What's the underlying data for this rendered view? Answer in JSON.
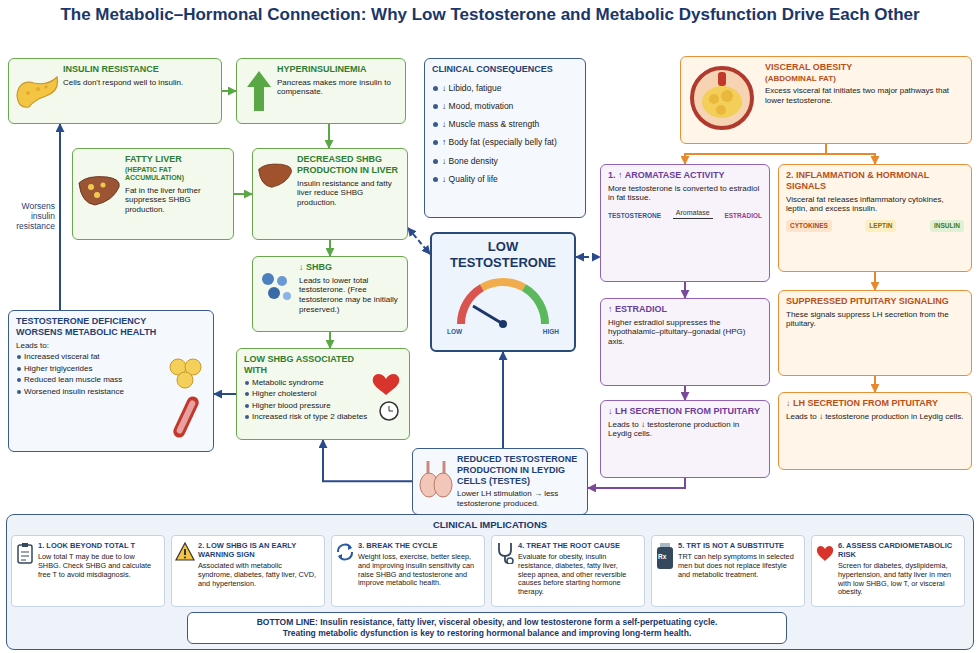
{
  "diagram": {
    "title": "The Metabolic–Hormonal Connection: Why Low Testosterone and Metabolic Dysfunction Drive Each Other",
    "nodes": [
      {
        "text": [
          "INSULIN RESISTANCE",
          "Cells don't respond well to insulin."
        ]
      },
      {
        "text": [
          "HYPERINSULINEMIA",
          "Pancreas makes more insulin to compensate."
        ]
      },
      {
        "text": [
          "CLINICAL CONSEQUENCES",
          "↓ Libido, fatigue",
          "↓ Mood, motivation",
          "↓ Muscle mass & strength",
          "↑ Body fat (especially belly fat)",
          "↓ Bone density",
          "↓ Quality of life"
        ]
      },
      {
        "text": [
          "VISCERAL OBESITY",
          "(ABDOMINAL FAT)",
          "Excess visceral fat initiates two major pathways that lower testosterone."
        ]
      },
      {
        "text": [
          "FATTY LIVER",
          "(HEPATIC FAT ACCUMULATION)",
          "Fat in the liver further suppresses SHBG production."
        ]
      },
      {
        "text": [
          "DECREASED SHBG PRODUCTION IN LIVER",
          "Insulin resistance and fatty liver reduce SHBG production."
        ]
      },
      {
        "text": [
          "1. ↑ AROMATASE ACTIVITY",
          "More testosterone is converted to estradiol in fat tissue.",
          "TESTOSTERONE",
          "Aromatase",
          "ESTRADIOL"
        ]
      },
      {
        "text": [
          "2. INFLAMMATION & HORMONAL SIGNALS",
          "Visceral fat releases inflammatory cytokines, leptin, and excess insulin.",
          "CYTOKINES",
          "LEPTIN",
          "INSULIN"
        ]
      },
      {
        "text": [
          "↓ SHBG",
          "Leads to lower total testosterone. (Free testosterone may be initially preserved.)"
        ]
      },
      {
        "text": [
          "LOW TESTOSTERONE",
          "LOW",
          "HIGH"
        ]
      },
      {
        "text": [
          "TESTOSTERONE DEFICIENCY WORSENS METABOLIC HEALTH",
          "Leads to:",
          "Increased visceral fat",
          "Higher triglycerides",
          "Reduced lean muscle mass",
          "Worsened insulin resistance"
        ]
      },
      {
        "text": [
          "↑ ESTRADIOL",
          "Higher estradiol suppresses the hypothalamic–pituitary–gonadal (HPG) axis."
        ]
      },
      {
        "text": [
          "SUPPRESSED PITUITARY SIGNALING",
          "These signals suppress LH secretion from the pituitary."
        ]
      },
      {
        "text": [
          "LOW SHBG ASSOCIATED WITH",
          "Metabolic syndrome",
          "Higher cholesterol",
          "Higher blood pressure",
          "Increased risk of type 2 diabetes"
        ]
      },
      {
        "text": [
          "↓ LH SECRETION FROM PITUITARY",
          "Leads to ↓ testosterone production in Leydig cells."
        ]
      },
      {
        "text": [
          "↓ LH SECRETION FROM PITUITARY",
          "Leads to ↓ testosterone production in Leydig cells."
        ]
      },
      {
        "text": [
          "REDUCED TESTOSTERONE PRODUCTION IN LEYDIG CELLS (TESTES)",
          "Lower LH stimulation → less testosterone produced."
        ]
      },
      {
        "text": [
          "CLINICAL IMPLICATIONS"
        ]
      },
      {
        "text": [
          "1. LOOK BEYOND TOTAL T",
          "Low total T may be due to low SHBG. Check SHBG and calculate free T to avoid misdiagnosis."
        ],
        "in": 17
      },
      {
        "text": [
          "2. LOW SHBG IS AN EARLY WARNING SIGN",
          "Associated with metabolic syndrome, diabetes, fatty liver, CVD, and hypertension."
        ],
        "in": 17
      },
      {
        "text": [
          "3. BREAK THE CYCLE",
          "Weight loss, exercise, better sleep, and improving insulin sensitivity can raise SHBG and testosterone and improve metabolic health."
        ],
        "in": 17
      },
      {
        "text": [
          "4. TREAT THE ROOT CAUSE",
          "Evaluate for obesity, insulin resistance, diabetes, fatty liver, sleep apnea, and other reversible causes before starting hormone therapy."
        ],
        "in": 17
      },
      {
        "text": [
          "5. TRT IS NOT A SUBSTITUTE",
          "TRT can help symptoms in selected men but does not replace lifestyle and metabolic treatment."
        ],
        "in": 17
      },
      {
        "text": [
          "6. ASSESS CARDIOMETABOLIC RISK",
          "Screen for diabetes, dyslipidemia, hypertension, and fatty liver in men with low SHBG, low T, or visceral obesity."
        ],
        "in": 17
      },
      {
        "text": [
          "BOTTOM LINE: Insulin resistance, fatty liver, visceral obesity, and low testosterone form a self-perpetuating cycle.",
          "Treating metabolic dysfunction is key to restoring hormonal balance and improving long-term health."
        ],
        "in": 17
      }
    ],
    "edges": [
      {
        "from": 0,
        "to": 1,
        "arrow": "to"
      },
      {
        "from": 1,
        "to": 5,
        "arrow": "to"
      },
      {
        "from": 4,
        "to": 5,
        "arrow": "to"
      },
      {
        "from": 5,
        "to": 8,
        "arrow": "to"
      },
      {
        "from": 8,
        "to": 13,
        "arrow": "to"
      },
      {
        "from": 13,
        "to": 10,
        "arrow": "to"
      },
      {
        "from": 10,
        "to": 0,
        "arrow": "to",
        "label": "Worsens insulin resistance"
      },
      {
        "from": 5,
        "to": 9,
        "arrow": "both"
      },
      {
        "from": 9,
        "to": 6,
        "arrow": "both"
      },
      {
        "from": 3,
        "to": 6,
        "arrow": "to"
      },
      {
        "from": 3,
        "to": 7,
        "arrow": "to"
      },
      {
        "from": 6,
        "to": 11,
        "arrow": "to"
      },
      {
        "from": 11,
        "to": 14,
        "arrow": "to"
      },
      {
        "from": 7,
        "to": 12,
        "arrow": "to"
      },
      {
        "from": 12,
        "to": 15,
        "arrow": "to"
      },
      {
        "from": 14,
        "to": 16,
        "arrow": "to"
      },
      {
        "from": 16,
        "to": 9,
        "arrow": "to"
      },
      {
        "from": 16,
        "to": 13,
        "arrow": "to"
      }
    ],
    "labels": [
      "Rx"
    ]
  }
}
